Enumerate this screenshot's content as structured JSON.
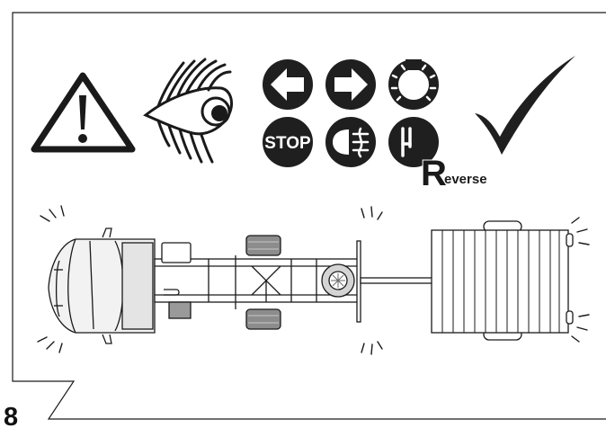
{
  "figure": {
    "number": "8"
  },
  "icons": {
    "warning": "warning-triangle-icon",
    "eye": "eye-icon",
    "left": "turn-left-icon",
    "right": "turn-right-icon",
    "lights": "lights-icon",
    "stop": "stop-icon",
    "fog": "rear-fog-icon",
    "reverse": "reverse-gear-icon",
    "check": "checkmark-icon"
  },
  "labels": {
    "stop": "STOP",
    "reverse_initial": "R",
    "reverse_rest": "everse"
  },
  "colors": {
    "ink": "#1a1a1a",
    "icon_fill": "#1f1f1f",
    "paper": "#ffffff"
  }
}
